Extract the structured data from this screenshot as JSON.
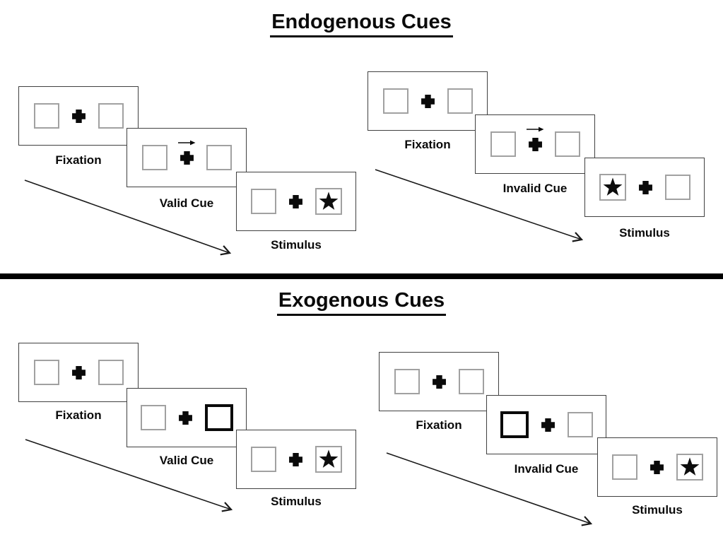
{
  "page": {
    "background": "#ffffff",
    "divider": "thick-black-horizontal-rule"
  },
  "colors": {
    "ink": "#0a0a0a",
    "panel_border": "#404040",
    "box_border": "#a1a1a1",
    "bold_cue_border": "#0a0a0a",
    "title_underline": "#0a0a0a"
  },
  "icons": {
    "fixation_cross": "plus-cross-icon",
    "endogenous_cue": "right-arrow-icon",
    "target": "filled-star-icon",
    "sequence_flow": "diagonal-arrow-icon"
  },
  "sections": [
    {
      "title": "Endogenous Cues",
      "sequences": [
        {
          "name": "valid-trial",
          "steps": [
            {
              "label": "Fixation"
            },
            {
              "label": "Valid Cue",
              "cue": "right-arrow-above-cross"
            },
            {
              "label": "Stimulus",
              "star_side": "right"
            }
          ]
        },
        {
          "name": "invalid-trial",
          "steps": [
            {
              "label": "Fixation"
            },
            {
              "label": "Invalid Cue",
              "cue": "right-arrow-above-cross"
            },
            {
              "label": "Stimulus",
              "star_side": "left"
            }
          ]
        }
      ]
    },
    {
      "title": "Exogenous Cues",
      "sequences": [
        {
          "name": "valid-trial",
          "steps": [
            {
              "label": "Fixation"
            },
            {
              "label": "Valid Cue",
              "cue": "bold-box-right"
            },
            {
              "label": "Stimulus",
              "star_side": "right"
            }
          ]
        },
        {
          "name": "invalid-trial",
          "steps": [
            {
              "label": "Fixation"
            },
            {
              "label": "Invalid Cue",
              "cue": "bold-box-left"
            },
            {
              "label": "Stimulus",
              "star_side": "right"
            }
          ]
        }
      ]
    }
  ]
}
